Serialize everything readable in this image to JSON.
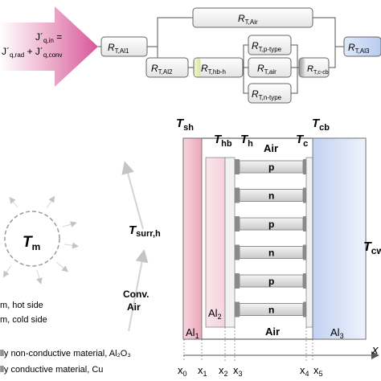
{
  "heat_flux": {
    "line1_main": "J´",
    "line1_sub": "q,in",
    "line1_tail": " =",
    "line2_main": "J´",
    "line2_sub": "q,rad",
    "line2_mid": " + J´",
    "line2_sub2": "q,conv"
  },
  "resistors": {
    "r_al1": {
      "main": "R",
      "sub": "T,Al1"
    },
    "r_air": {
      "main": "R",
      "sub": "T,Air"
    },
    "r_al2": {
      "main": "R",
      "sub": "T,Al2"
    },
    "r_hbh": {
      "main": "R",
      "sub": "T,hb-h"
    },
    "r_ptype": {
      "main": "R",
      "sub": "T,p-type"
    },
    "r_air2": {
      "main": "R",
      "sub": "T,air"
    },
    "r_ntype": {
      "main": "R",
      "sub": "T,n-type"
    },
    "r_ccb": {
      "main": "R",
      "sub": "T,c-cb"
    },
    "r_al3": {
      "main": "R",
      "sub": "T,Al3"
    }
  },
  "mass": {
    "main": "T",
    "sub": "m"
  },
  "surroundings": {
    "main": "T",
    "sub": "surr,h"
  },
  "convection": {
    "line1": "Conv.",
    "line2": "Air"
  },
  "temps": {
    "t_sh": {
      "main": "T",
      "sub": "sh"
    },
    "t_hb": {
      "main": "T",
      "sub": "hb"
    },
    "t_h": {
      "main": "T",
      "sub": "h"
    },
    "t_c": {
      "main": "T",
      "sub": "c"
    },
    "t_cb": {
      "main": "T",
      "sub": "cb"
    },
    "t_cw": {
      "main": "T",
      "sub": "cw"
    }
  },
  "device": {
    "air_top": "Air",
    "air_bottom": "Air",
    "al1": {
      "main": "Al",
      "sub": "1"
    },
    "al2": {
      "main": "Al",
      "sub": "2"
    },
    "al3": {
      "main": "Al",
      "sub": "3"
    },
    "legs": [
      "p",
      "n",
      "p",
      "n",
      "p",
      "n"
    ]
  },
  "x_axis": {
    "positions": [
      {
        "main": "x",
        "sub": "0"
      },
      {
        "main": "x",
        "sub": "1"
      },
      {
        "main": "x",
        "sub": "2"
      },
      {
        "main": "x",
        "sub": "3"
      },
      {
        "main": "x",
        "sub": "4"
      },
      {
        "main": "x",
        "sub": "5"
      }
    ],
    "end_label": "x"
  },
  "legend": [
    {
      "text": "m, hot side"
    },
    {
      "text": "m, cold side"
    },
    {
      "text": "lly non-conductive material, Al₂O₃"
    },
    {
      "text": "lly conductive material, Cu"
    }
  ],
  "colors": {
    "arrow_pink": "#e6a0c4",
    "al1_pink": "#f4c6d3",
    "al3_blue": "#cfdcf5",
    "resistor_green": "#e8ecc0",
    "resistor_gray": "#c8c8c8",
    "resistor_blue": "#dde6f7"
  }
}
